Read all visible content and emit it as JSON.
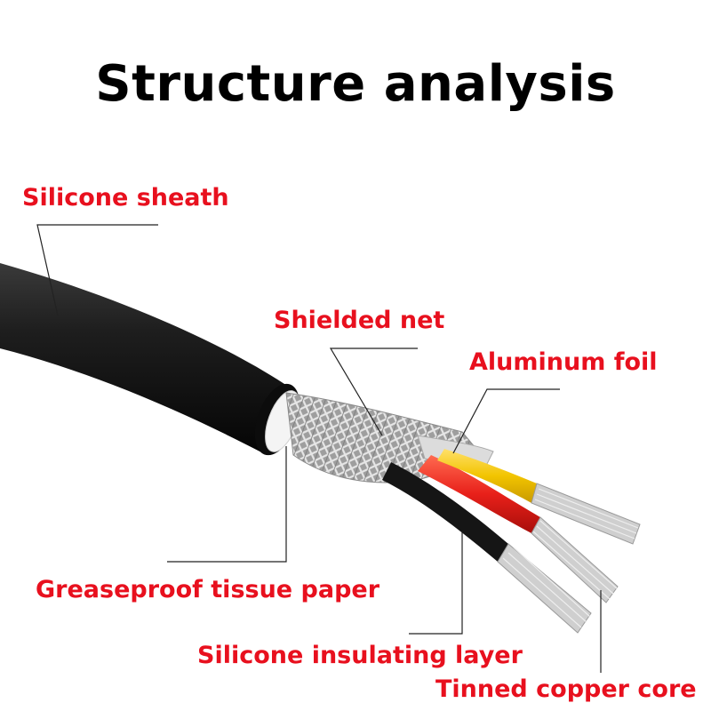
{
  "title": "Structure analysis",
  "labels": {
    "silicone_sheath": "Silicone sheath",
    "shielded_net": "Shielded net",
    "aluminum_foil": "Aluminum foil",
    "greaseproof_paper": "Greaseproof tissue paper",
    "silicone_insulating_layer": "Silicone insulating layer",
    "tinned_copper_core": "Tinned copper core"
  },
  "colors": {
    "label_text": "#e8101e",
    "title_text": "#000000",
    "sheath": "#1c1c1c",
    "wire_yellow": "#f2c400",
    "wire_red": "#e8201a",
    "wire_black": "#151515",
    "copper_core": "#c9c9c9",
    "shield": "#b9b9b9"
  }
}
